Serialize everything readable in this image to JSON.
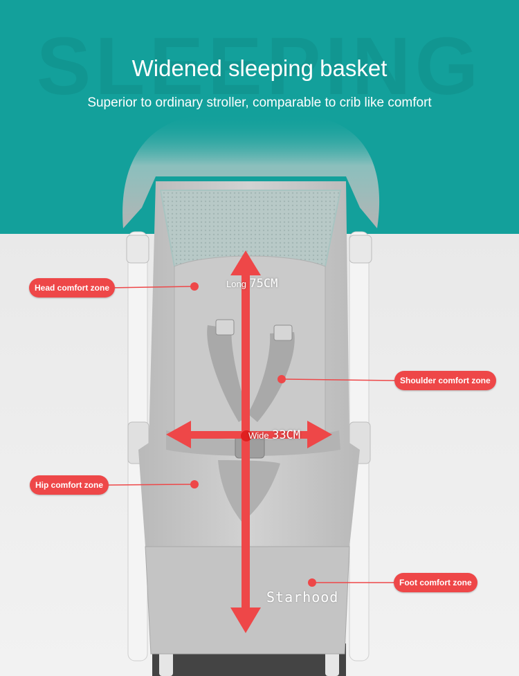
{
  "header": {
    "watermark": "SLEEPING",
    "title": "Widened sleeping basket",
    "subtitle": "Superior to ordinary stroller, comparable to crib like comfort"
  },
  "dimensions": {
    "length_label": "Long",
    "length_value": "75CM",
    "width_label": "Wide",
    "width_value": "33CM"
  },
  "zones": {
    "head": "Head comfort zone",
    "shoulder": "Shoulder comfort zone",
    "hip": "Hip comfort zone",
    "foot": "Foot comfort zone"
  },
  "brand": "Starhood",
  "colors": {
    "band": "#13a09b",
    "accent": "#ee4748",
    "fabric": "#c9c9c9"
  }
}
